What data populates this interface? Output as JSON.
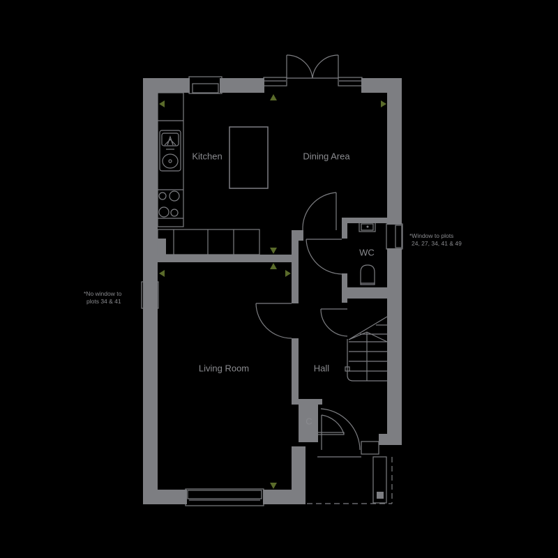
{
  "floorplan": {
    "colors": {
      "background": "#000000",
      "wall": "#7d7e82",
      "arrow": "#5a6b2a",
      "text": "#8a8b8f"
    },
    "rooms": {
      "kitchen": {
        "label": "Kitchen"
      },
      "dining": {
        "label": "Dining Area"
      },
      "wc": {
        "label": "WC"
      },
      "living": {
        "label": "Living Room"
      },
      "hall": {
        "label": "Hall"
      },
      "cupboard": {
        "label": "C"
      }
    },
    "notes": {
      "right_line1": "*Window to plots",
      "right_line2": "24, 27, 34, 41 & 49",
      "left_line1": "*No window to",
      "left_line2": "plots 34 & 41"
    }
  }
}
